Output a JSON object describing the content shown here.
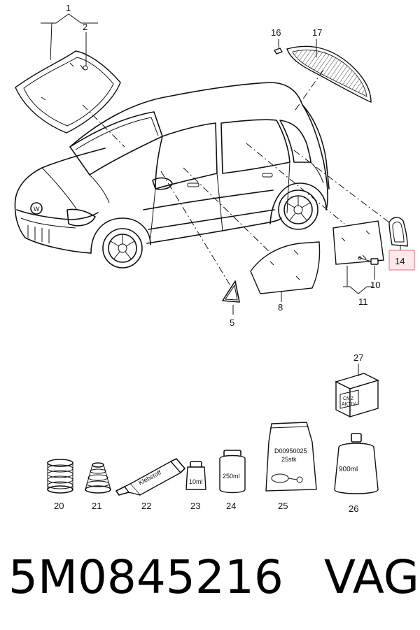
{
  "callouts": {
    "c1": "1",
    "c2": "2",
    "c5": "5",
    "c8": "8",
    "c10": "10",
    "c11": "11",
    "c14": "14",
    "c16": "16",
    "c17": "17",
    "c20": "20",
    "c21": "21",
    "c22": "22",
    "c23": "23",
    "c24": "24",
    "c25": "25",
    "c26": "26",
    "c27": "27"
  },
  "product_labels": {
    "tube": "Klebstoff",
    "bottle_small": "10ml",
    "jar": "250ml",
    "pack_code": "D00950025",
    "pack_qty": "25stk",
    "bottle_large": "900ml",
    "box_line1": "CMZ",
    "box_line2": "AKTIV"
  },
  "caption": {
    "part_number": "5M0845216",
    "brand": "VAG"
  },
  "colors": {
    "line": "#111111",
    "highlight_fill": "#fde8ea",
    "highlight_border": "#e8919c"
  }
}
